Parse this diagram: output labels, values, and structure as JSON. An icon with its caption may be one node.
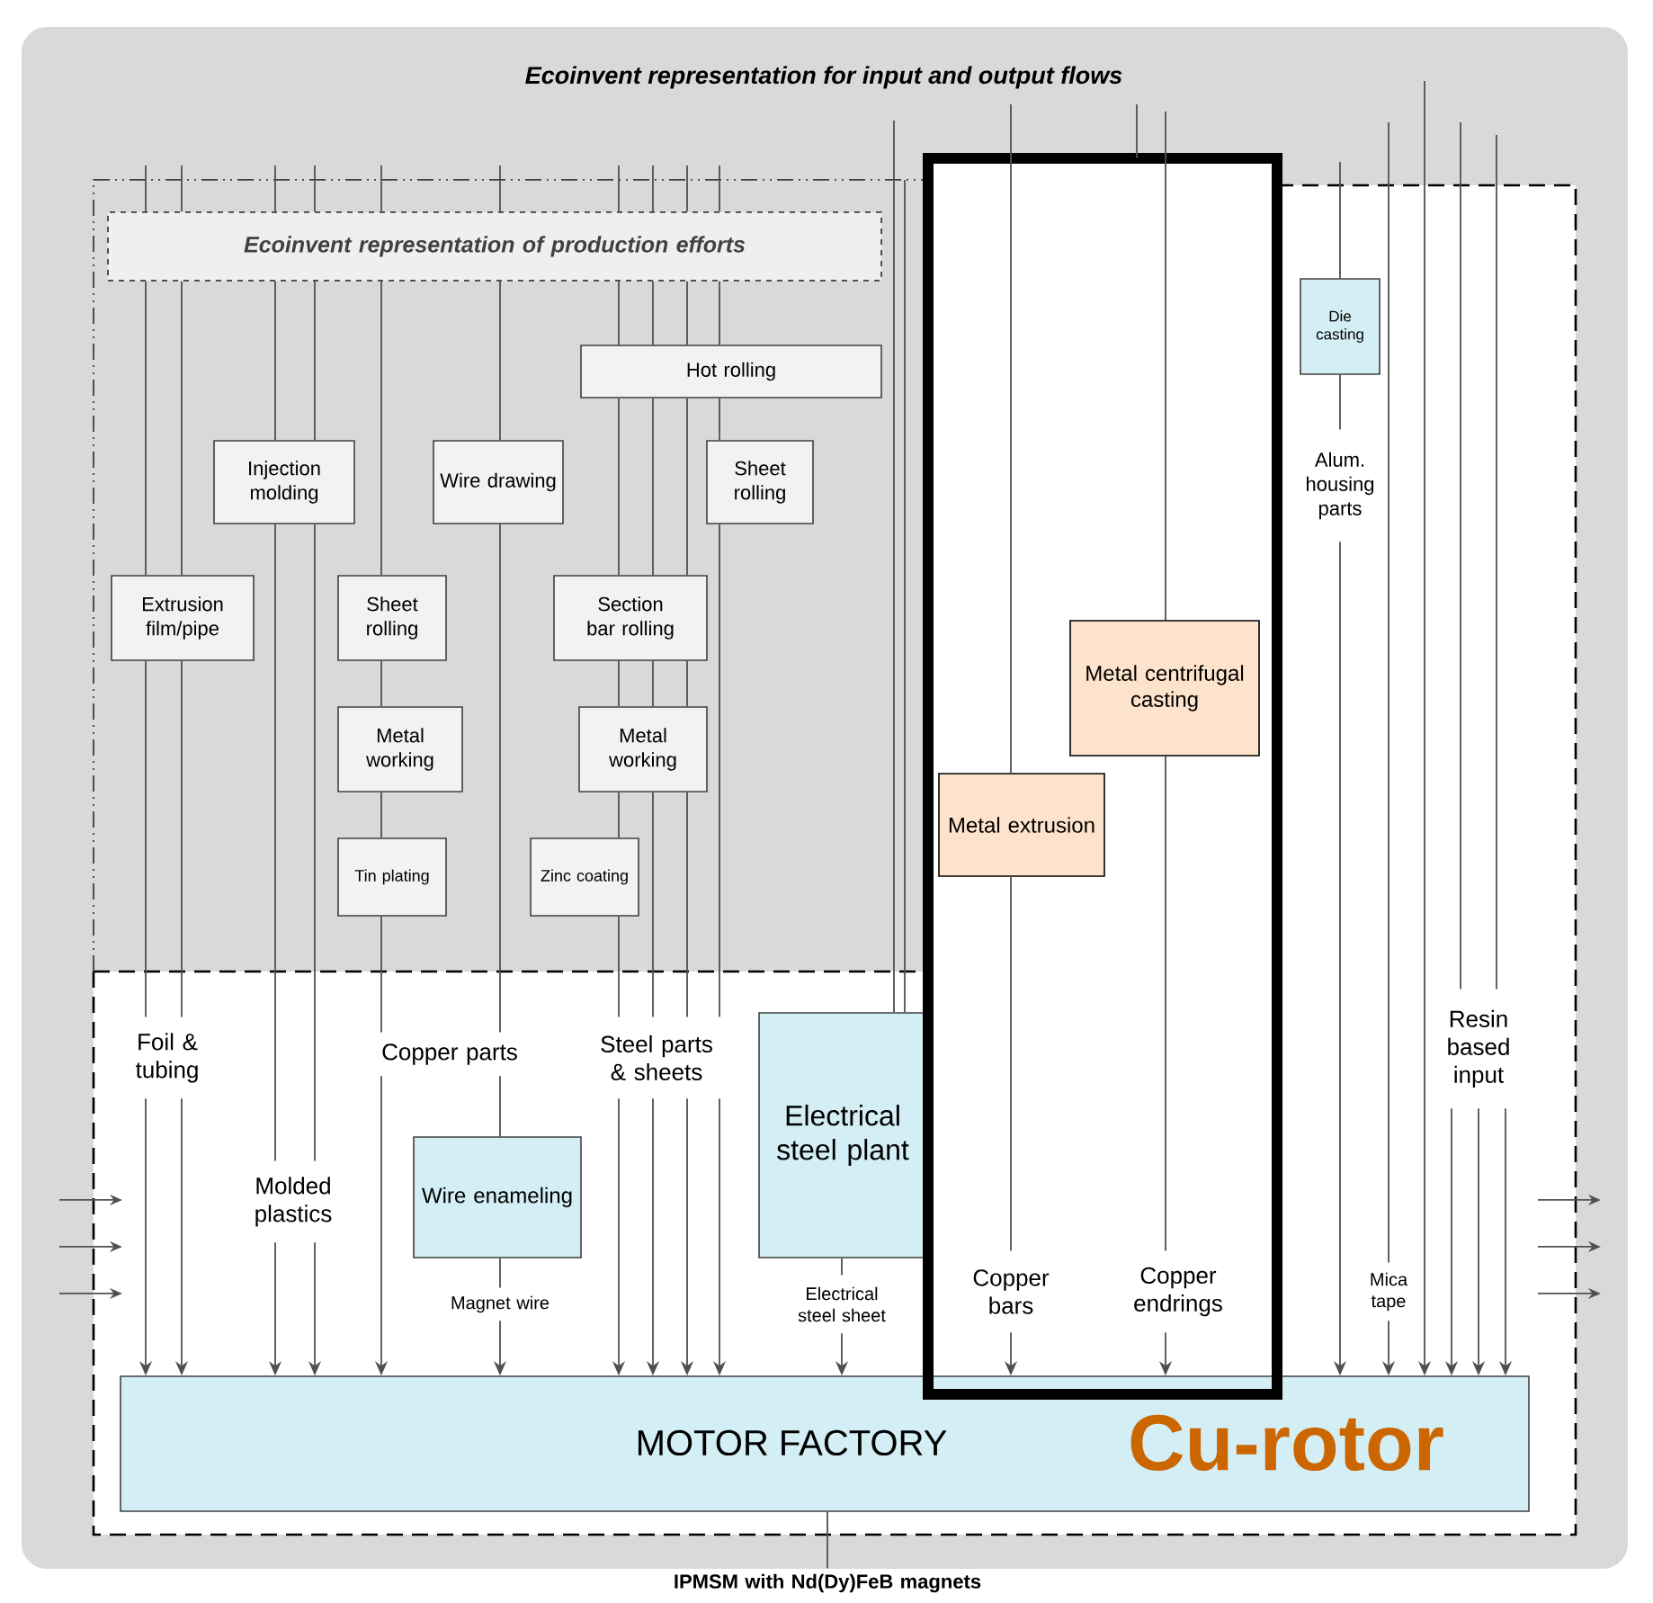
{
  "diagram": {
    "title": "Ecoinvent representation for input and output flows",
    "nodes": [
      {
        "text": [
          "Ecoinvent representation of production efforts"
        ]
      },
      {
        "text": [
          "Hot rolling"
        ]
      },
      {
        "text": [
          "Injection molding"
        ]
      },
      {
        "text": [
          "Wire drawing"
        ]
      },
      {
        "text": [
          "Sheet rolling"
        ]
      },
      {
        "text": [
          "Extrusion film/pipe"
        ]
      },
      {
        "text": [
          "Sheet rolling"
        ]
      },
      {
        "text": [
          "Section bar rolling"
        ]
      },
      {
        "text": [
          "Metal working"
        ]
      },
      {
        "text": [
          "Metal working"
        ]
      },
      {
        "text": [
          "Tin plating"
        ]
      },
      {
        "text": [
          "Zinc coating"
        ]
      },
      {
        "text": [],
        "shape": "box"
      },
      {
        "text": [
          "Metal centrifugal casting"
        ],
        "in": 12
      },
      {
        "text": [
          "Metal extrusion"
        ],
        "in": 12
      },
      {
        "text": [
          "Copper bars"
        ],
        "in": 12
      },
      {
        "text": [
          "Copper endrings"
        ],
        "in": 12
      },
      {
        "text": [
          "Die casting"
        ]
      },
      {
        "text": [
          "Alum. housing parts"
        ]
      },
      {
        "text": [
          "Foil & tubing"
        ]
      },
      {
        "text": [
          "Copper parts"
        ]
      },
      {
        "text": [
          "Steel parts & sheets"
        ]
      },
      {
        "text": [
          "Electrical steel plant"
        ]
      },
      {
        "text": [
          "Resin based input"
        ]
      },
      {
        "text": [
          "Molded plastics"
        ]
      },
      {
        "text": [
          "Wire enameling"
        ]
      },
      {
        "text": [
          "Magnet wire"
        ]
      },
      {
        "text": [
          "Electrical steel sheet"
        ]
      },
      {
        "text": [
          "Mica tape"
        ]
      },
      {
        "text": [
          "MOTOR FACTORY",
          "Cu-rotor"
        ]
      },
      {
        "text": [
          "IPMSM with Nd(Dy)FeB magnets"
        ]
      }
    ],
    "edges": [
      {
        "from": null,
        "to": 0,
        "arrow": "none"
      },
      {
        "from": null,
        "to": 0,
        "arrow": "none"
      },
      {
        "from": null,
        "to": 0,
        "arrow": "none"
      },
      {
        "from": null,
        "to": 0,
        "arrow": "none"
      },
      {
        "from": null,
        "to": 0,
        "arrow": "none"
      },
      {
        "from": null,
        "to": 0,
        "arrow": "none"
      },
      {
        "from": null,
        "to": 0,
        "arrow": "none"
      },
      {
        "from": null,
        "to": 0,
        "arrow": "none"
      },
      {
        "from": null,
        "to": 0,
        "arrow": "none"
      },
      {
        "from": null,
        "to": 0,
        "arrow": "none"
      },
      {
        "from": 0,
        "to": 5,
        "arrow": "none"
      },
      {
        "from": 0,
        "to": 5,
        "arrow": "none"
      },
      {
        "from": 0,
        "to": 2,
        "arrow": "none"
      },
      {
        "from": 0,
        "to": 2,
        "arrow": "none"
      },
      {
        "from": 0,
        "to": 6,
        "arrow": "none"
      },
      {
        "from": 0,
        "to": 3,
        "arrow": "none"
      },
      {
        "from": 0,
        "to": 1,
        "arrow": "none"
      },
      {
        "from": 0,
        "to": 1,
        "arrow": "none"
      },
      {
        "from": 0,
        "to": 1,
        "arrow": "none"
      },
      {
        "from": 0,
        "to": 1,
        "arrow": "none"
      },
      {
        "from": 1,
        "to": 7,
        "arrow": "none"
      },
      {
        "from": 1,
        "to": 7,
        "arrow": "none"
      },
      {
        "from": 1,
        "to": 7,
        "arrow": "none"
      },
      {
        "from": 1,
        "to": 4,
        "arrow": "none"
      },
      {
        "from": 5,
        "to": 19,
        "arrow": "none"
      },
      {
        "from": 5,
        "to": 19,
        "arrow": "none"
      },
      {
        "from": 2,
        "to": 24,
        "arrow": "none"
      },
      {
        "from": 2,
        "to": 24,
        "arrow": "none"
      },
      {
        "from": 6,
        "to": 8,
        "arrow": "none"
      },
      {
        "from": 8,
        "to": 10,
        "arrow": "none"
      },
      {
        "from": 10,
        "to": 20,
        "arrow": "none"
      },
      {
        "from": 3,
        "to": 20,
        "arrow": "none"
      },
      {
        "from": 7,
        "to": 9,
        "arrow": "none"
      },
      {
        "from": 7,
        "to": 9,
        "arrow": "none"
      },
      {
        "from": 7,
        "to": 9,
        "arrow": "none"
      },
      {
        "from": 9,
        "to": 11,
        "arrow": "none"
      },
      {
        "from": 11,
        "to": 21,
        "arrow": "none"
      },
      {
        "from": 9,
        "to": 21,
        "arrow": "none"
      },
      {
        "from": 9,
        "to": 21,
        "arrow": "none"
      },
      {
        "from": 4,
        "to": 21,
        "arrow": "none"
      },
      {
        "from": 19,
        "to": 29,
        "arrow": "to"
      },
      {
        "from": 19,
        "to": 29,
        "arrow": "to"
      },
      {
        "from": 24,
        "to": 29,
        "arrow": "to"
      },
      {
        "from": 24,
        "to": 29,
        "arrow": "to"
      },
      {
        "from": 20,
        "to": 29,
        "arrow": "to"
      },
      {
        "from": 20,
        "to": 25,
        "arrow": "none"
      },
      {
        "from": 25,
        "to": 26,
        "arrow": "none"
      },
      {
        "from": 26,
        "to": 29,
        "arrow": "to"
      },
      {
        "from": 21,
        "to": 29,
        "arrow": "to"
      },
      {
        "from": 21,
        "to": 29,
        "arrow": "to"
      },
      {
        "from": 21,
        "to": 29,
        "arrow": "to"
      },
      {
        "from": 21,
        "to": 29,
        "arrow": "to"
      },
      {
        "from": null,
        "to": 22,
        "arrow": "none"
      },
      {
        "from": null,
        "to": 22,
        "arrow": "none"
      },
      {
        "from": 22,
        "to": 27,
        "arrow": "none"
      },
      {
        "from": 27,
        "to": 29,
        "arrow": "to"
      },
      {
        "from": null,
        "to": 14,
        "arrow": "none"
      },
      {
        "from": 14,
        "to": 15,
        "arrow": "none"
      },
      {
        "from": 15,
        "to": 29,
        "arrow": "to"
      },
      {
        "from": null,
        "to": 12,
        "arrow": "none"
      },
      {
        "from": null,
        "to": 13,
        "arrow": "none"
      },
      {
        "from": 13,
        "to": 16,
        "arrow": "none"
      },
      {
        "from": 16,
        "to": 29,
        "arrow": "to"
      },
      {
        "from": null,
        "to": 17,
        "arrow": "none"
      },
      {
        "from": 17,
        "to": 18,
        "arrow": "none"
      },
      {
        "from": 18,
        "to": 29,
        "arrow": "to"
      },
      {
        "from": null,
        "to": 28,
        "arrow": "none"
      },
      {
        "from": 28,
        "to": 29,
        "arrow": "to"
      },
      {
        "from": null,
        "to": 29,
        "arrow": "to"
      },
      {
        "from": null,
        "to": 23,
        "arrow": "none"
      },
      {
        "from": null,
        "to": 23,
        "arrow": "none"
      },
      {
        "from": 23,
        "to": 29,
        "arrow": "to"
      },
      {
        "from": 23,
        "to": 29,
        "arrow": "to"
      },
      {
        "from": 23,
        "to": 29,
        "arrow": "to"
      },
      {
        "from": 29,
        "to": 30,
        "arrow": "none"
      }
    ]
  }
}
